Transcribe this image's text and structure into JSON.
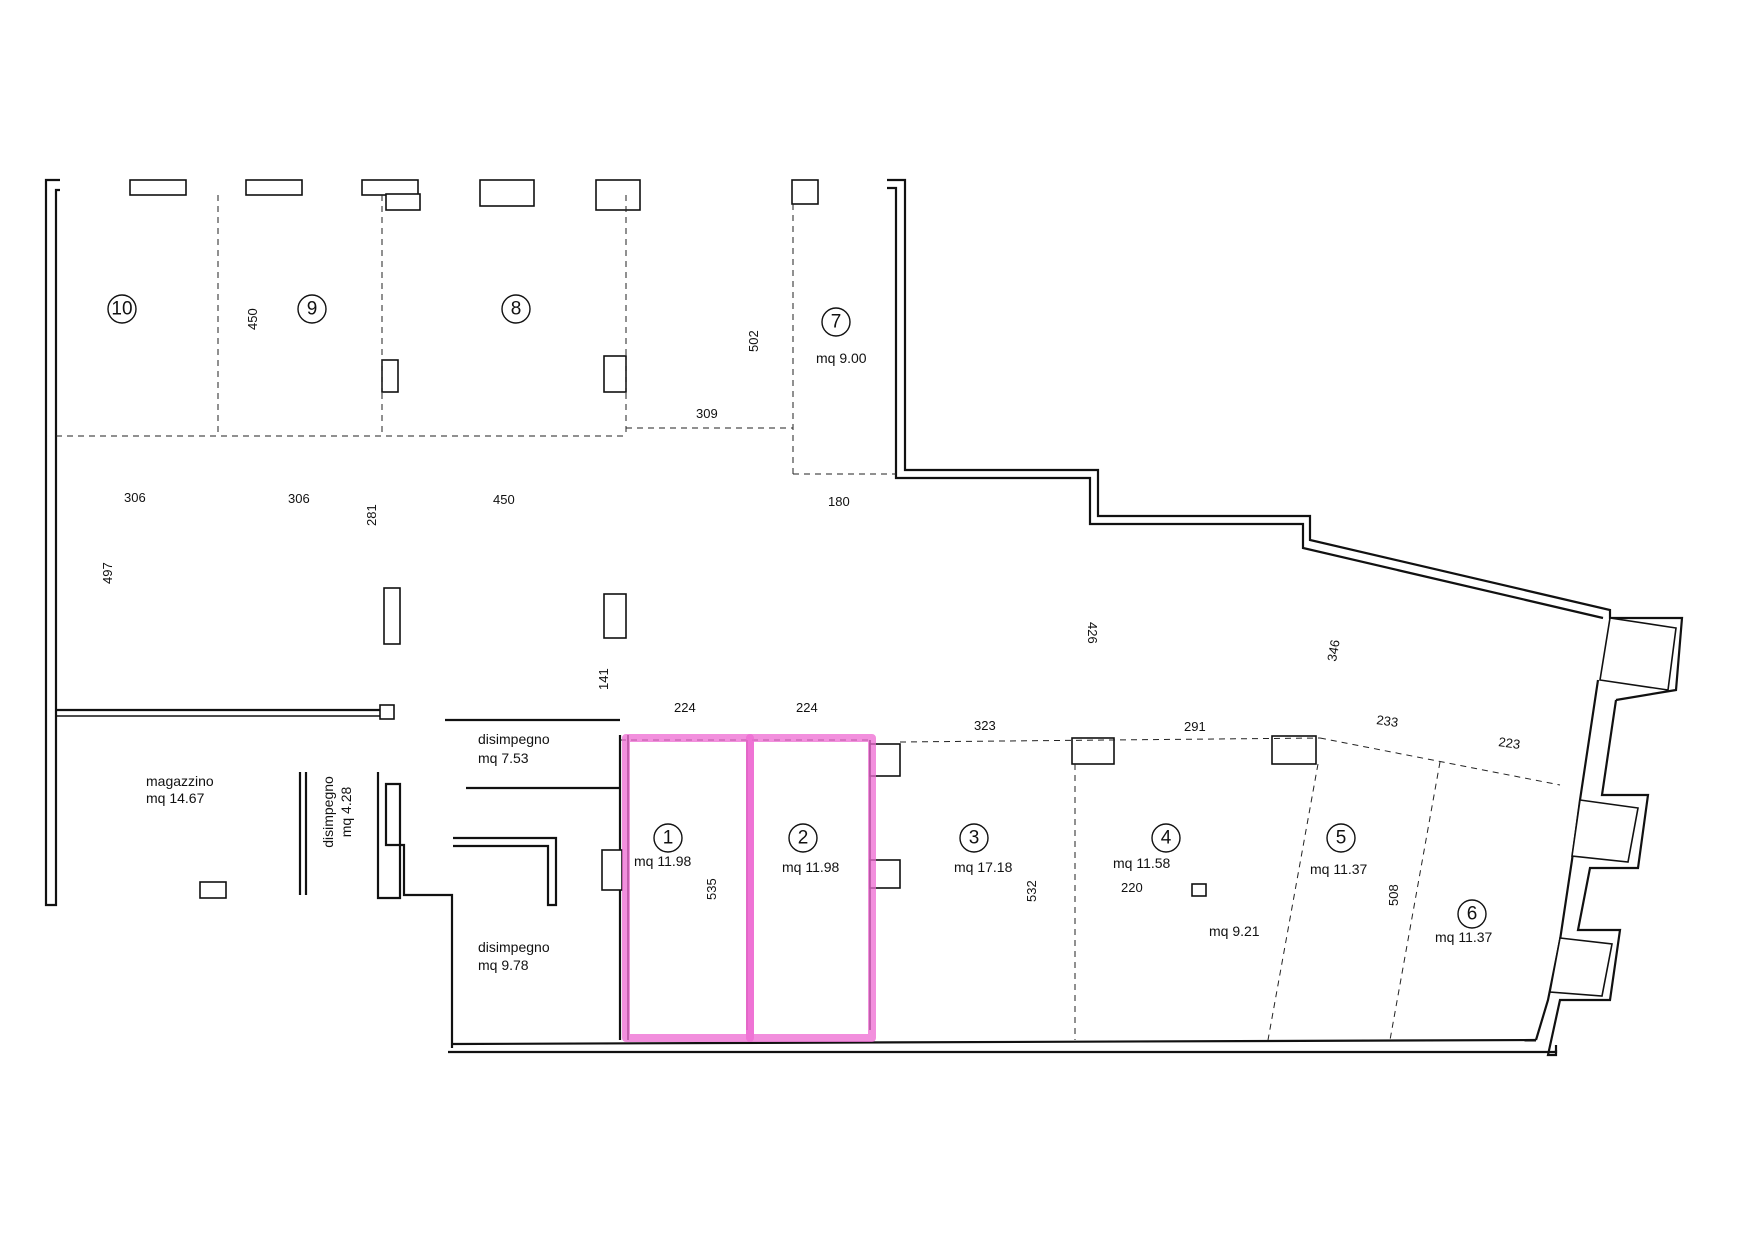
{
  "rooms": [
    {
      "id": "1",
      "area": "mq 11.98"
    },
    {
      "id": "2",
      "area": "mq 11.98"
    },
    {
      "id": "3",
      "area": "mq 17.18"
    },
    {
      "id": "4",
      "area": "mq 11.58"
    },
    {
      "id": "5",
      "area": "mq 11.37"
    },
    {
      "id": "6",
      "area": "mq 11.37"
    },
    {
      "id": "7",
      "area": "mq 9.00"
    },
    {
      "id": "8",
      "area": ""
    },
    {
      "id": "9",
      "area": ""
    },
    {
      "id": "10",
      "area": ""
    }
  ],
  "extra_area": "mq 9.21",
  "service_rooms": {
    "magazzino_name": "magazzino",
    "magazzino_area": "mq 14.67",
    "corridor_small_name": "disimpegno",
    "corridor_small_area": "mq 4.28",
    "corridor_top_name": "disimpegno",
    "corridor_top_area": "mq 7.53",
    "corridor_bottom_name": "disimpegno",
    "corridor_bottom_area": "mq 9.78"
  },
  "dimensions": {
    "d306a": "306",
    "d306b": "306",
    "d281": "281",
    "d450h": "450",
    "d180": "180",
    "d497": "497",
    "d450v": "450",
    "d502": "502",
    "d309": "309",
    "d426": "426",
    "d346": "346",
    "d141": "141",
    "d224a": "224",
    "d224b": "224",
    "d323": "323",
    "d291": "291",
    "d233": "233",
    "d223": "223",
    "d535": "535",
    "d532": "532",
    "d220": "220",
    "d508": "508"
  },
  "colors": {
    "wall": "#111111",
    "highlight": "#ee6ad2"
  }
}
